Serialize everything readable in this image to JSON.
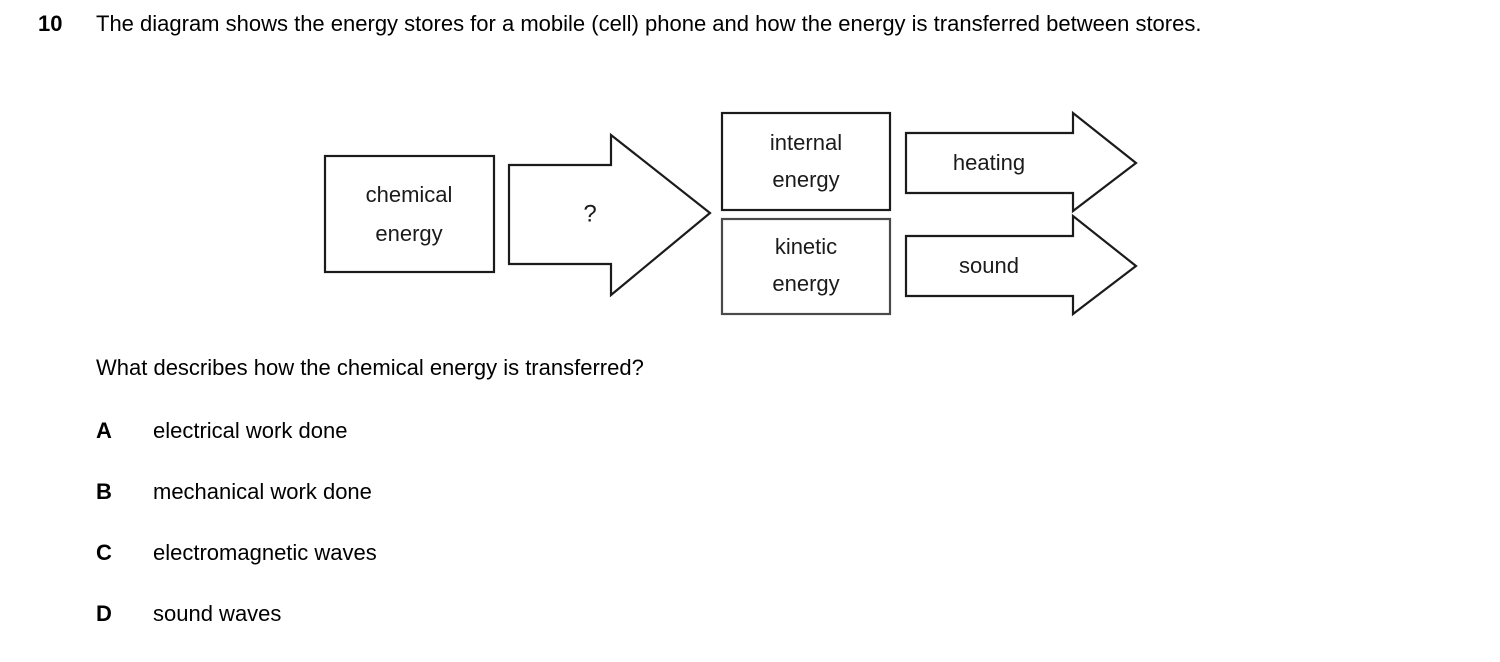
{
  "question": {
    "number": "10",
    "stem": "The diagram shows the energy stores for a mobile (cell) phone and how the energy is transferred between stores.",
    "lead_in": "What describes how the chemical energy is transferred?"
  },
  "diagram": {
    "type": "energy-transfer-flow",
    "source_store": "chemical energy",
    "source_box_label_line1": "chemical",
    "source_box_label_line2": "energy",
    "unknown_transfer_label": "?",
    "destination_stores": [
      {
        "label_line1": "internal",
        "label_line2": "energy",
        "name": "internal energy"
      },
      {
        "label_line1": "kinetic",
        "label_line2": "energy",
        "name": "kinetic energy"
      }
    ],
    "output_transfers": [
      {
        "label": "heating",
        "from": "internal energy"
      },
      {
        "label": "sound",
        "from": "kinetic energy"
      }
    ],
    "stroke_color": "#1b1b1b",
    "fill_color": "#ffffff"
  },
  "options": [
    {
      "letter": "A",
      "text": "electrical work done"
    },
    {
      "letter": "B",
      "text": "mechanical work done"
    },
    {
      "letter": "C",
      "text": "electromagnetic waves"
    },
    {
      "letter": "D",
      "text": "sound waves"
    }
  ],
  "page": {
    "background": "#ffffff",
    "text_color": "#000000"
  }
}
